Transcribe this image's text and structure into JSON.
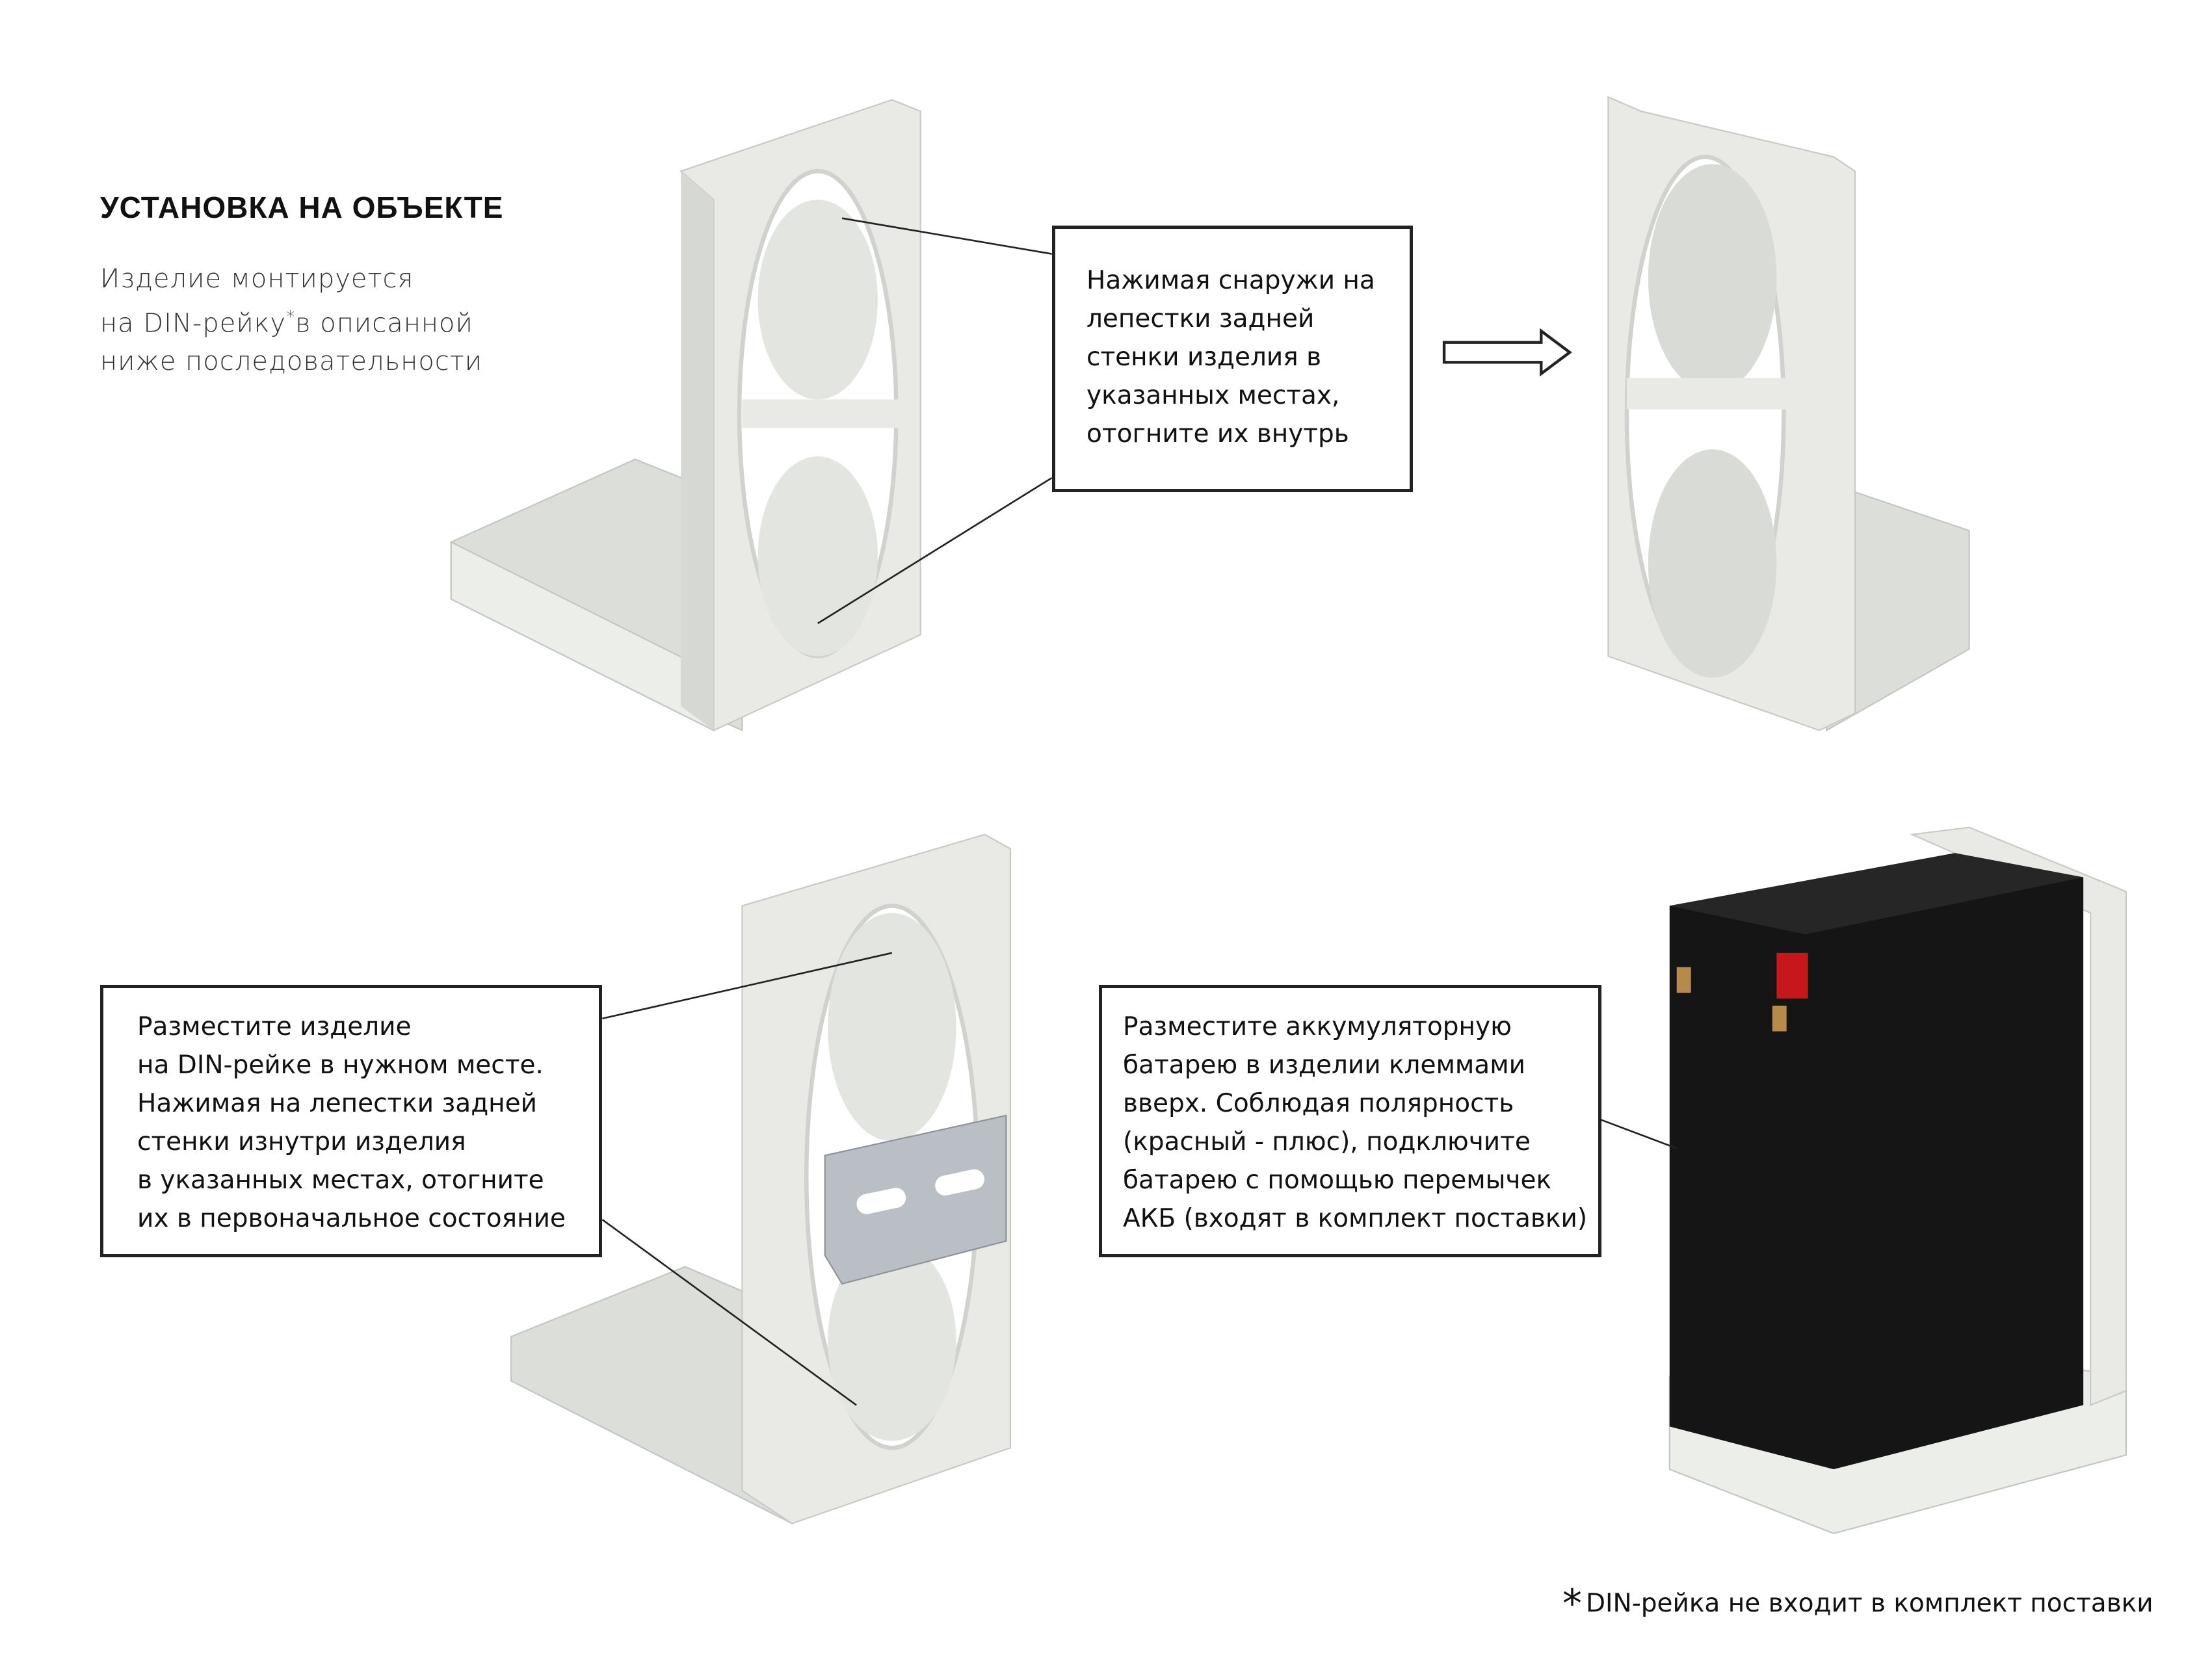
{
  "header": {
    "title": "УСТАНОВКА НА ОБЪЕКТЕ",
    "intro_lines": [
      "Изделие монтируется",
      "на DIN-рейку",
      "в описанной",
      "ниже последовательности"
    ],
    "footnote_marker": "*"
  },
  "steps": [
    {
      "lines": [
        "Нажимая снаружи на",
        "лепестки задней",
        "стенки изделия в",
        "указанных местах,",
        "отогните их внутрь"
      ]
    },
    {
      "lines": [
        "Разместите изделие",
        "на DIN-рейке в нужном месте.",
        "Нажимая на лепестки задней",
        "стенки изнутри изделия",
        "в указанных местах, отогните",
        "их в первоначальное состояние"
      ]
    },
    {
      "lines": [
        "Разместите аккумуляторную",
        "батарею в изделии клеммами",
        "вверх. Соблюдая полярность",
        "(красный - плюс), подключите",
        "батарею с помощью перемычек",
        "АКБ (входят в комплект поставки)"
      ]
    }
  ],
  "footnote": {
    "marker": "*",
    "text": "DIN-рейка не входит в комплект поставки"
  },
  "colors": {
    "bracket": "#e9eae6",
    "bracket_shade": "#d6d8d3",
    "battery": "#151515",
    "terminal_red": "#c8161d",
    "line": "#222222"
  }
}
